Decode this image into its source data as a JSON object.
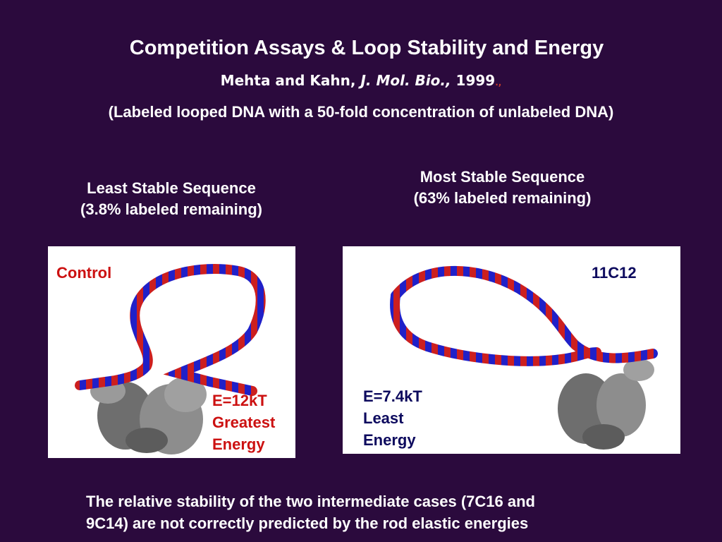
{
  "slide": {
    "title": "Competition Assays & Loop Stability and Energy",
    "citation": {
      "authors": "Mehta and Kahn, ",
      "journal": "J. Mol. Bio.,",
      "year": " 1999",
      "trail": ".,"
    },
    "subtitle": "(Labeled looped DNA with a 50-fold concentration of unlabeled DNA)",
    "left": {
      "heading_line1": "Least Stable Sequence",
      "heading_line2": "(3.8% labeled remaining)",
      "tag": "Control",
      "energy_line1": "E=12kT",
      "energy_line2": "Greatest",
      "energy_line3": "Energy"
    },
    "right": {
      "heading_line1": "Most Stable Sequence",
      "heading_line2": "(63% labeled remaining)",
      "tag": "11C12",
      "energy_line1": "E=7.4kT",
      "energy_line2": "Least",
      "energy_line3": "Energy"
    },
    "footer_line1": "The relative stability of the two intermediate cases (7C16 and",
    "footer_line2": "9C14) are not correctly predicted by the rod elastic energies",
    "colors": {
      "background": "#2b0a3d",
      "strand_red": "#cc1f1f",
      "strand_blue": "#2020c8",
      "protein_gray": "#808080"
    }
  }
}
